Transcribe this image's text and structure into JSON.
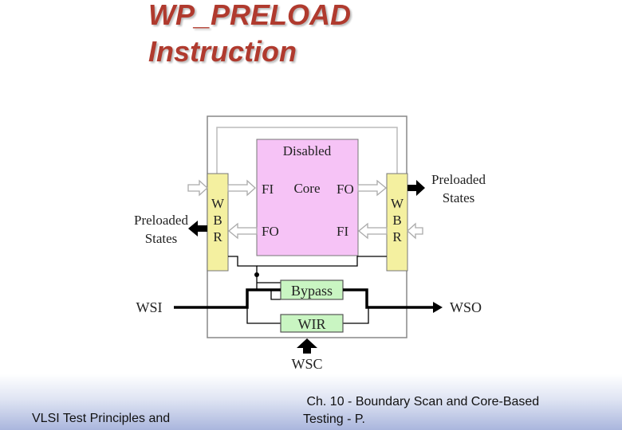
{
  "slide": {
    "title_line1": "WP_PRELOAD",
    "title_line2": "Instruction"
  },
  "diagram": {
    "core_top_label": "Disabled",
    "core_label": "Core",
    "fi_left": "FI",
    "fo_right": "FO",
    "fo_left": "FO",
    "fi_right": "FI",
    "wbr_left": [
      "W",
      "B",
      "R"
    ],
    "wbr_right": [
      "W",
      "B",
      "R"
    ],
    "preloaded_right_1": "Preloaded",
    "preloaded_right_2": "States",
    "preloaded_left_1": "Preloaded",
    "preloaded_left_2": "States",
    "bypass": "Bypass",
    "wir": "WIR",
    "wsi": "WSI",
    "wso": "WSO",
    "wsc": "WSC",
    "colors": {
      "core_fill": "#f6c3f6",
      "wbr_fill": "#f4f0a0",
      "bypass_fill": "#c9f5c2",
      "title_color": "#b03a2e"
    }
  },
  "footer": {
    "left": "VLSI Test Principles and",
    "right": " Ch. 10 - Boundary Scan and Core-Based\nTesting - P."
  }
}
